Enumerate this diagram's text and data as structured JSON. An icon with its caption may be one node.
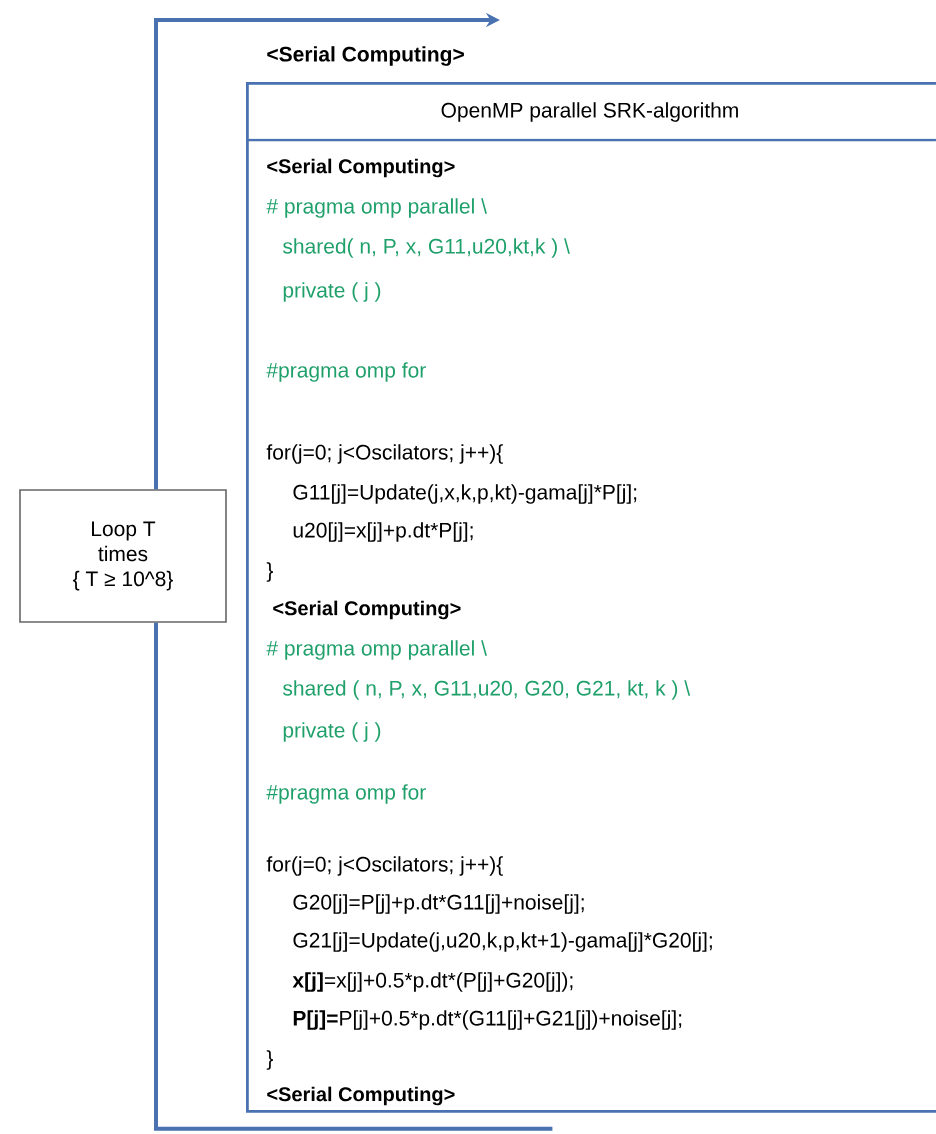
{
  "diagram": {
    "nodes": [
      {
        "text": [
          "Loop T times",
          "{ T ≥ 10^8}"
        ]
      },
      {
        "beside": [
          "<Serial Computing>"
        ],
        "text": [
          "OpenMP parallel  SRK-algorithm",
          "<Serial Computing>",
          "# pragma omp parallel \\",
          "shared( n, P, x, G11,u20,kt,k ) \\",
          "private ( j )",
          "#pragma omp for",
          "for(j=0; j<Oscilators; j++){",
          "G11[j]=Update(j,x,k,p,kt)-gama[j]*P[j];",
          "u20[j]=x[j]+p.dt*P[j];",
          "}",
          "<Serial Computing>",
          "# pragma omp parallel \\",
          "shared ( n, P, x, G11,u20, G20, G21, kt, k ) \\",
          "private ( j )",
          "#pragma omp for",
          "for(j=0; j<Oscilators; j++){",
          "G20[j]=P[j]+p.dt*G11[j]+noise[j];",
          "G21[j]=Update(j,u20,k,p,kt+1)-gama[j]*G20[j];",
          "**x[j]**=x[j]+0.5*p.dt*(P[j]+G20[j]);",
          "**P[j]=**P[j]+0.5*p.dt*(G11[j]+G21[j])+noise[j];",
          "}",
          "<Serial Computing>"
        ]
      }
    ],
    "edges": [
      {
        "from": 1,
        "to": 0,
        "arrow": "none"
      },
      {
        "from": 0,
        "to": null,
        "arrow": "to"
      }
    ]
  }
}
